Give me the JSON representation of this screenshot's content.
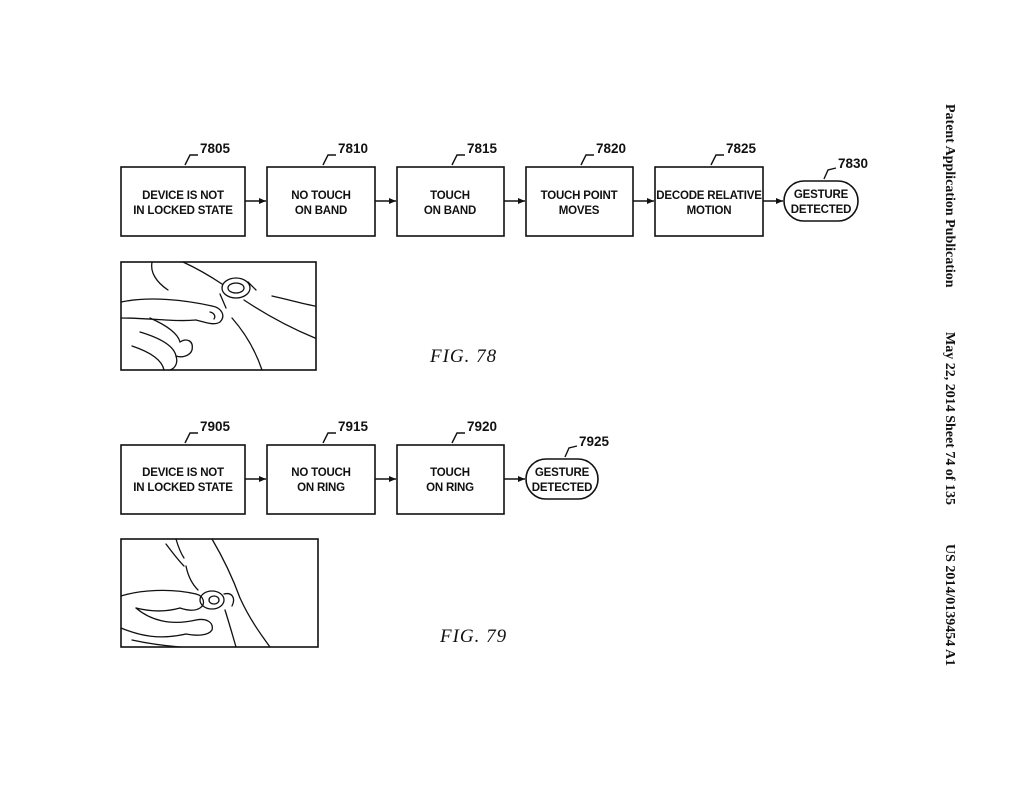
{
  "header": {
    "left": "Patent Application Publication",
    "middle": "May 22, 2014  Sheet 74 of 135",
    "right": "US 2014/0139454 A1"
  },
  "fig78": {
    "caption": "FIG.  78",
    "steps": [
      {
        "ref": "7805",
        "line1": "DEVICE IS NOT",
        "line2": "IN LOCKED STATE"
      },
      {
        "ref": "7810",
        "line1": "NO TOUCH",
        "line2": "ON BAND"
      },
      {
        "ref": "7815",
        "line1": "TOUCH",
        "line2": "ON BAND"
      },
      {
        "ref": "7820",
        "line1": "TOUCH POINT",
        "line2": "MOVES"
      },
      {
        "ref": "7825",
        "line1": "DECODE RELATIVE",
        "line2": "MOTION"
      }
    ],
    "terminal": {
      "ref": "7830",
      "line1": "GESTURE",
      "line2": "DETECTED"
    }
  },
  "fig79": {
    "caption": "FIG.  79",
    "steps": [
      {
        "ref": "7905",
        "line1": "DEVICE IS NOT",
        "line2": "IN LOCKED STATE"
      },
      {
        "ref": "7915",
        "line1": "NO TOUCH",
        "line2": "ON RING"
      },
      {
        "ref": "7920",
        "line1": "TOUCH",
        "line2": "ON RING"
      }
    ],
    "terminal": {
      "ref": "7925",
      "line1": "GESTURE",
      "line2": "DETECTED"
    }
  }
}
